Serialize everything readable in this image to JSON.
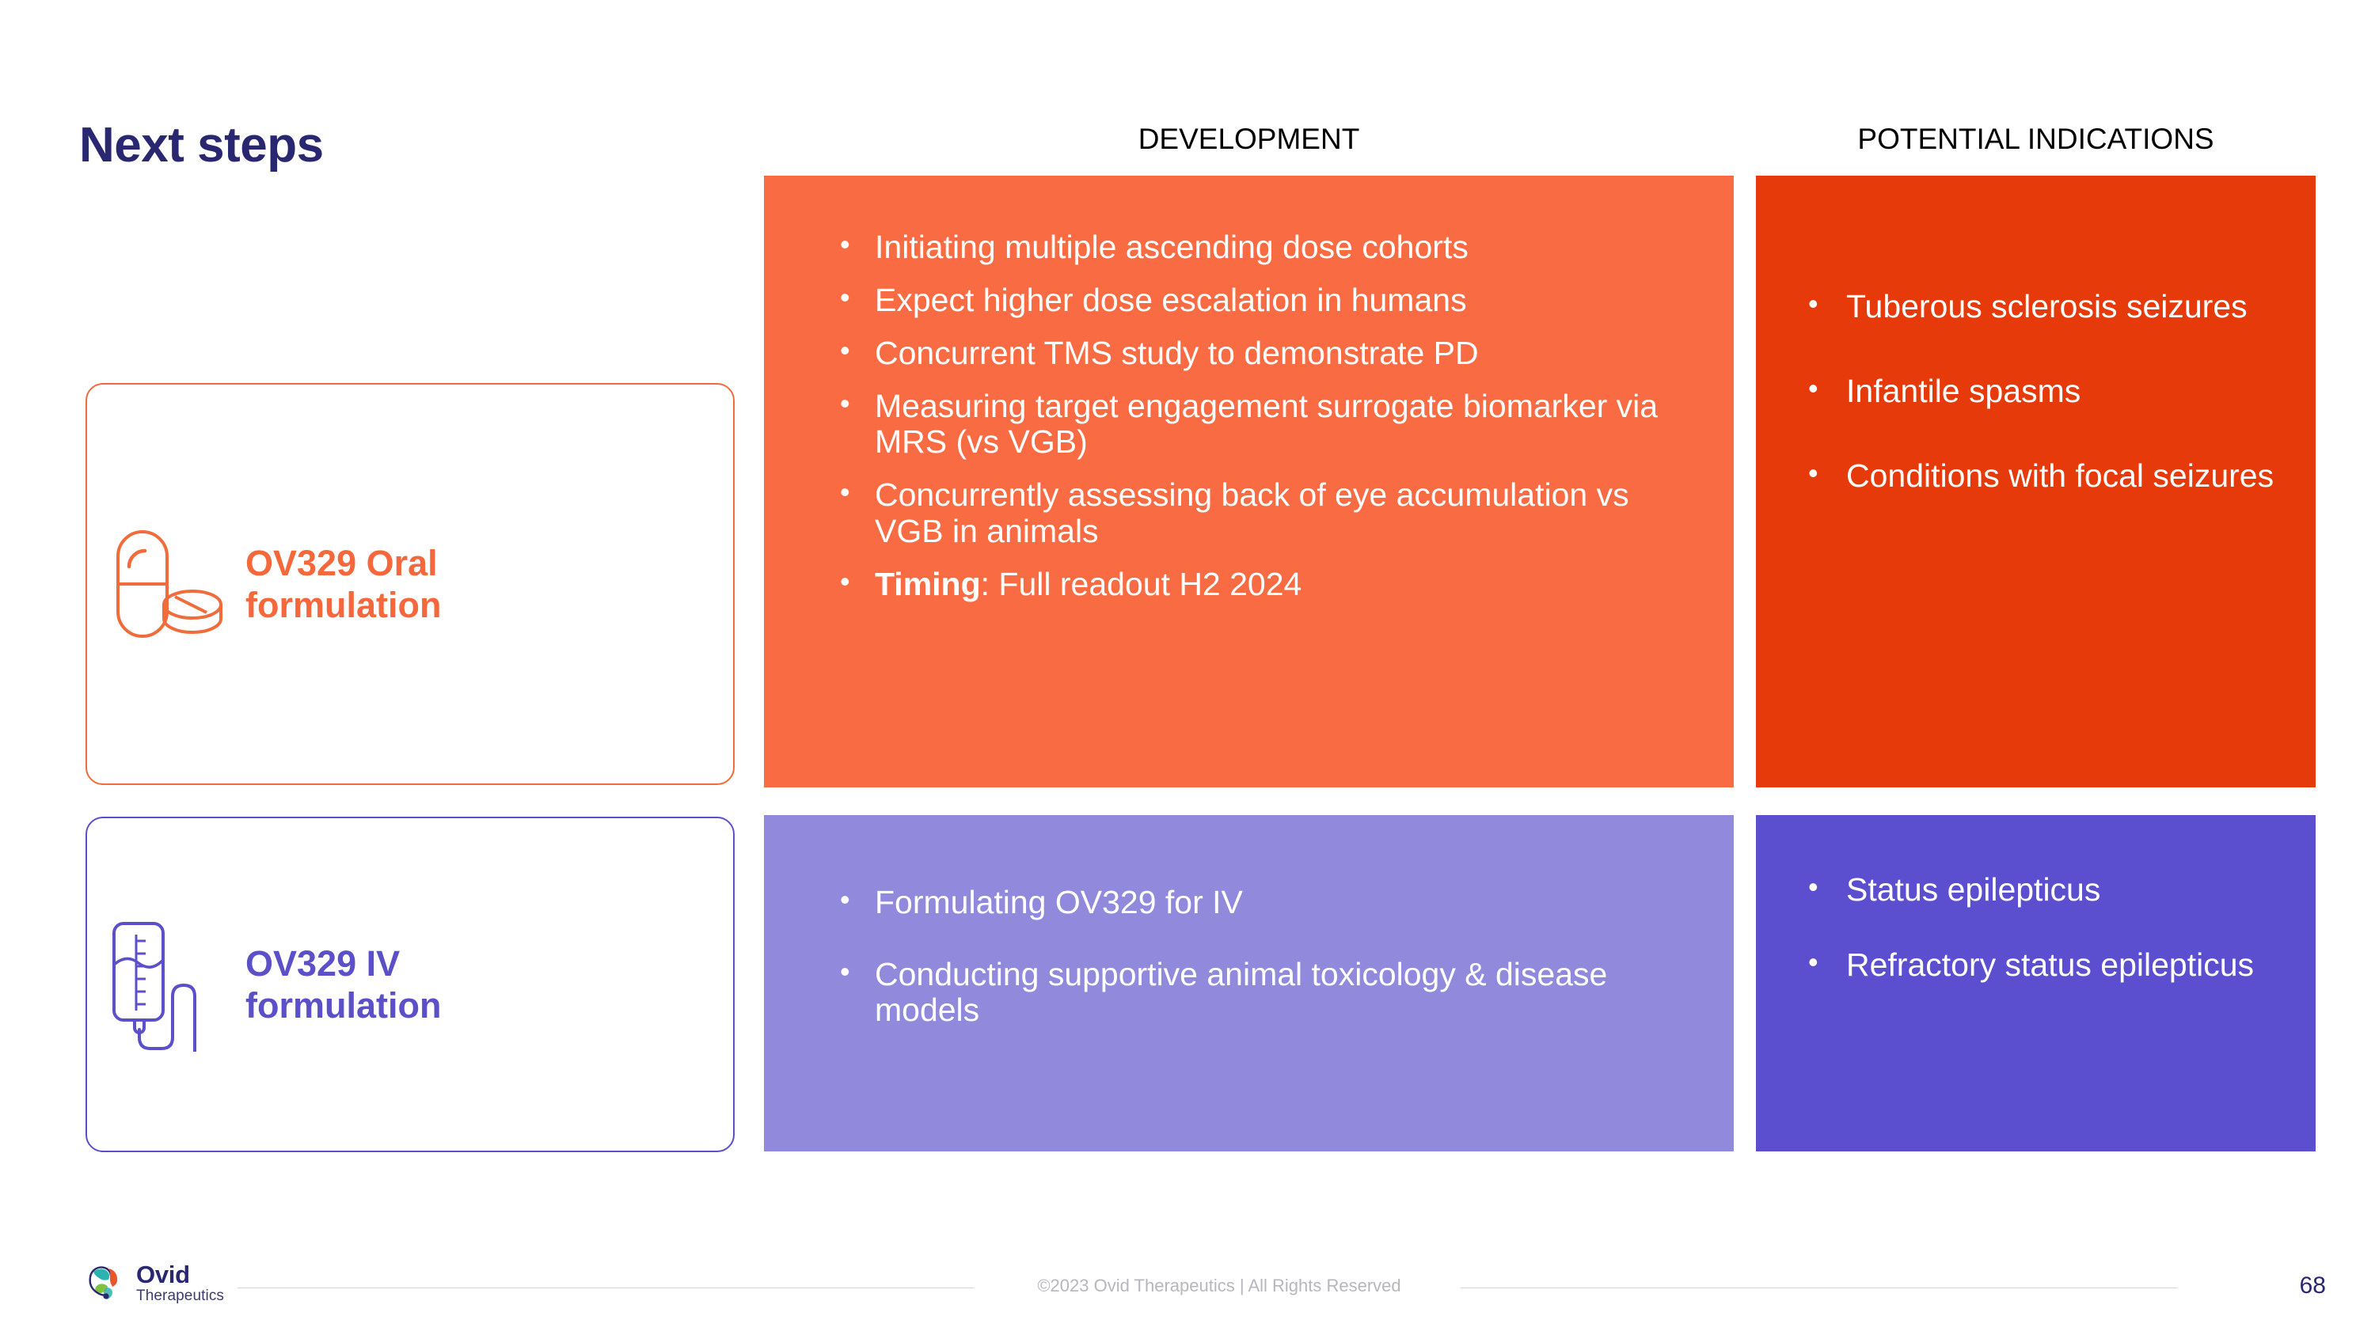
{
  "slide": {
    "title": "Next steps",
    "page_number": "68",
    "colors": {
      "title_navy": "#2A2771",
      "dev_oral_orange": "#F96B42",
      "ind_oral_red": "#E63A0B",
      "dev_iv_light_purple": "#9189DB",
      "ind_iv_purple": "#5B4FCF",
      "card_orange_border": "#F06C3C",
      "card_purple_border": "#5B50C8"
    }
  },
  "columns": {
    "development": "DEVELOPMENT",
    "potential_indications": "POTENTIAL INDICATIONS"
  },
  "rows": [
    {
      "card_label": "OV329 Oral\nformulation",
      "card_icon": "pill-capsule-tablet-icon",
      "development": [
        "Initiating multiple ascending dose cohorts",
        "Expect higher dose escalation in humans",
        "Concurrent TMS study to demonstrate PD",
        "Measuring target engagement surrogate biomarker via MRS  (vs VGB)",
        "Concurrently assessing back of eye accumulation vs VGB in animals"
      ],
      "development_last_bold_prefix": "Timing",
      "development_last_rest": ": Full readout H2 2024",
      "indications": [
        "Tuberous sclerosis seizures",
        "Infantile spasms",
        "Conditions with focal seizures"
      ]
    },
    {
      "card_label": "OV329 IV\nformulation",
      "card_icon": "iv-bag-drip-icon",
      "development": [
        "Formulating OV329 for IV",
        "Conducting supportive animal toxicology & disease models"
      ],
      "indications": [
        "Status epilepticus",
        "Refractory status epilepticus"
      ]
    }
  ],
  "footer": {
    "logo_name": "Ovid",
    "logo_sub": "Therapeutics",
    "copyright": "©2023 Ovid Therapeutics | All Rights Reserved"
  }
}
